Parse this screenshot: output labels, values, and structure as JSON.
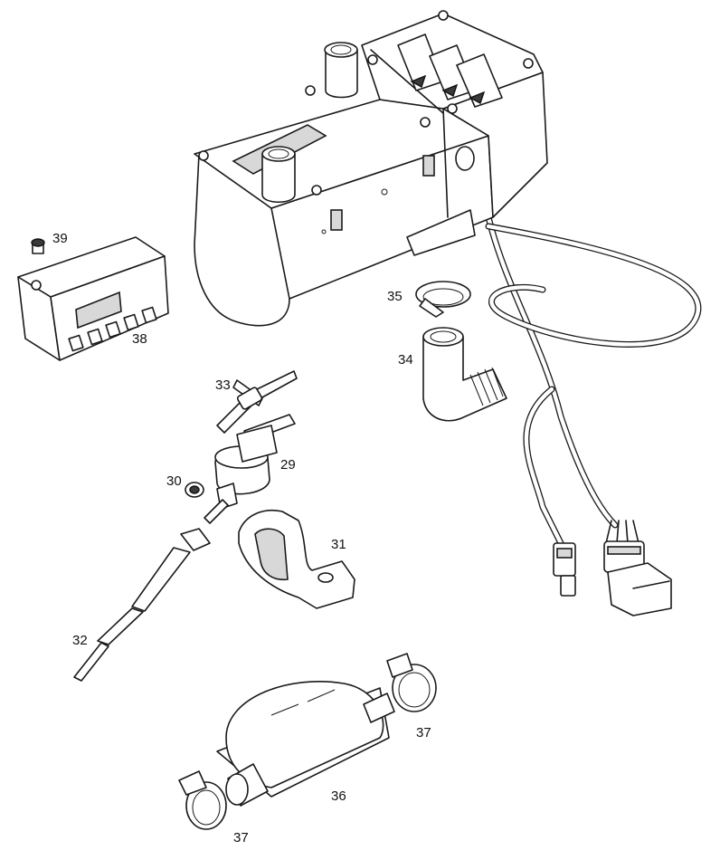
{
  "diagram": {
    "type": "exploded-parts-view",
    "callouts": [
      {
        "id": "39",
        "label": "39"
      },
      {
        "id": "38",
        "label": "38"
      },
      {
        "id": "35",
        "label": "35"
      },
      {
        "id": "34",
        "label": "34"
      },
      {
        "id": "33",
        "label": "33"
      },
      {
        "id": "30",
        "label": "30"
      },
      {
        "id": "29",
        "label": "29"
      },
      {
        "id": "31",
        "label": "31"
      },
      {
        "id": "32",
        "label": "32"
      },
      {
        "id": "37a",
        "label": "37"
      },
      {
        "id": "36",
        "label": "36"
      },
      {
        "id": "37b",
        "label": "37"
      }
    ]
  }
}
